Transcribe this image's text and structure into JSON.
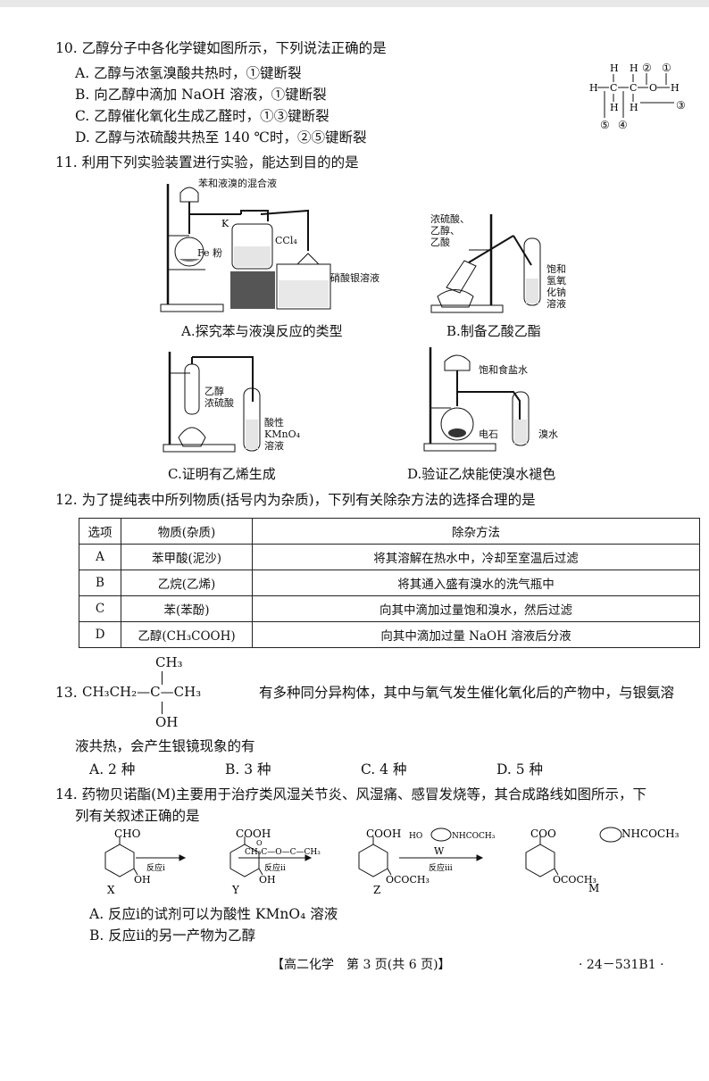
{
  "q10": {
    "stem": "10. 乙醇分子中各化学键如图所示，下列说法正确的是",
    "options": [
      "A. 乙醇与浓氢溴酸共热时，①键断裂",
      "B. 向乙醇中滴加 NaOH 溶液，①键断裂",
      "C. 乙醇催化氧化生成乙醛时，①③键断裂",
      "D. 乙醇与浓硫酸共热至 140 ℃时，②⑤键断裂"
    ],
    "bond_labels": [
      "①",
      "②",
      "③",
      "④",
      "⑤"
    ]
  },
  "q11": {
    "stem": "11. 利用下列实验装置进行实验，能达到目的的是",
    "A": {
      "caption": "A.探究苯与液溴反应的类型",
      "label_mix": "苯和液溴的混合液",
      "label_k": "K",
      "label_fe": "Fe 粉",
      "label_ccl4": "CCl₄",
      "label_agno3": "硝酸银溶液"
    },
    "B": {
      "caption": "B.制备乙酸乙酯",
      "reagents": [
        "浓硫酸、",
        "乙醇、",
        "乙酸"
      ],
      "naoh": [
        "饱和",
        "氢氧",
        "化钠",
        "溶液"
      ]
    },
    "C": {
      "caption": "C.证明有乙烯生成",
      "reagents": [
        "乙醇",
        "浓硫酸"
      ],
      "kmno4": [
        "酸性",
        "KMnO₄",
        "溶液"
      ]
    },
    "D": {
      "caption": "D.验证乙炔能使溴水褪色",
      "label_brine": "饱和食盐水",
      "label_cac2": "电石",
      "label_br2": "溴水"
    }
  },
  "q12": {
    "stem": "12. 为了提纯表中所列物质(括号内为杂质)，下列有关除杂方法的选择合理的是",
    "headers": [
      "选项",
      "物质(杂质)",
      "除杂方法"
    ],
    "rows": [
      [
        "A",
        "苯甲酸(泥沙)",
        "将其溶解在热水中，冷却至室温后过滤"
      ],
      [
        "B",
        "乙烷(乙烯)",
        "将其通入盛有溴水的洗气瓶中"
      ],
      [
        "C",
        "苯(苯酚)",
        "向其中滴加过量饱和溴水，然后过滤"
      ],
      [
        "D",
        "乙醇(CH₃COOH)",
        "向其中滴加过量 NaOH 溶液后分液"
      ]
    ]
  },
  "q13": {
    "num": "13.",
    "top_group": "CH₃",
    "main_chain": "CH₃CH₂—C—CH₃",
    "bottom_group": "OH",
    "text1": "有多种同分异构体，其中与氧气发生催化氧化后的产物中，与银氨溶",
    "text2": "液共热，会产生银镜现象的有",
    "options": [
      "A. 2 种",
      "B. 3 种",
      "C. 4 种",
      "D. 5 种"
    ]
  },
  "q14": {
    "stem1": "14. 药物贝诺酯(M)主要用于治疗类风湿关节炎、风湿痛、感冒发烧等，其合成路线如图所示，下",
    "stem2": "列有关叙述正确的是",
    "scheme": {
      "X_group": "CHO",
      "X_oh": "OH",
      "X": "X",
      "Y_group": "COOH",
      "Y_oh": "OH",
      "Y": "Y",
      "Z_group": "COOH",
      "Z_sub": "OCOCH₃",
      "Z": "Z",
      "M_group": "COO",
      "M_right": "NHCOCH₃",
      "M_sub": "OCOCH₃",
      "M": "M",
      "r1": "反应ⅰ",
      "r2": "反应ⅱ",
      "r3": "反应ⅲ",
      "reagent2": "CH₃C—O—C—CH₃",
      "reagent2_o": "O",
      "reagent3_left": "HO",
      "reagent3_right": "NHCOCH₃",
      "W": "W"
    },
    "options": [
      "A. 反应ⅰ的试剂可以为酸性 KMnO₄ 溶液",
      "B. 反应ⅱ的另一产物为乙醇"
    ]
  },
  "footer": {
    "center": "【高二化学　第 3 页(共 6 页)】",
    "right": "· 24－531B1 ·"
  }
}
